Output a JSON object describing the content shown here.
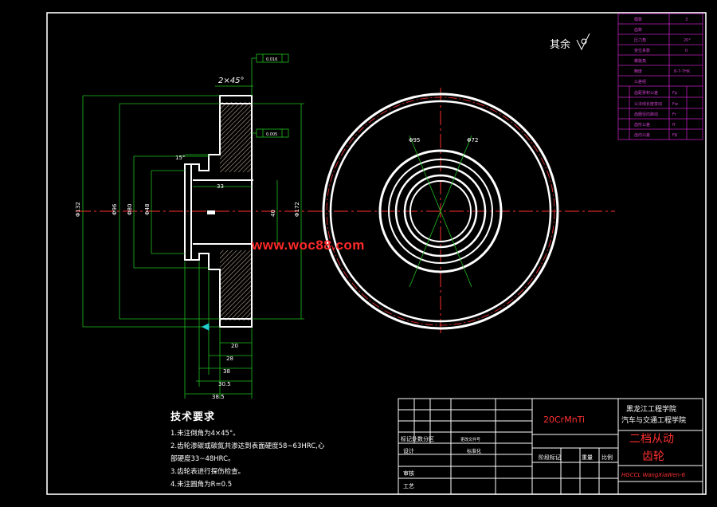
{
  "watermark": "www.woc88.com",
  "surface_note": "其余",
  "dims": {
    "chamfer": "2×45°",
    "d132": "Φ132",
    "d96": "Φ96",
    "d80": "Φ80",
    "d48": "Φ48",
    "d172": "Φ172",
    "d40": "40",
    "w33": "33",
    "w20": "20",
    "w28": "28",
    "w38": "38",
    "w30_5": "30.5",
    "w38_5": "38.5",
    "a15": "15°",
    "ring_a": "Φ95",
    "ring_b": "Φ72",
    "tol1": "0.016",
    "tol2": "0.005"
  },
  "tech_requirements": {
    "title": "技术要求",
    "items": [
      "1.未注倒角为4×45°。",
      "2.齿轮渗碳或碳氮共渗达到表面硬度58~63HRC,心",
      "部硬度33~48HRC。",
      "3.齿轮表进行探伤检查。",
      "4.未注圆角为R=0.5"
    ]
  },
  "title_block": {
    "material": "20CrMnTi",
    "school_1": "黑龙江工程学院",
    "school_2": "汽车与交通工程学院",
    "part_1": "二档从动",
    "part_2": "齿轮",
    "drawing_no": "HGCCL WangXiaWen-6",
    "labels": [
      "标记处数分区",
      "更改文件号",
      "设计",
      "标准化",
      "审核",
      "工艺",
      "阶段标记",
      "重量",
      "比例"
    ]
  },
  "param_table": {
    "rows": [
      "模数",
      "齿数",
      "压力角",
      "变位系数",
      "螺旋角",
      "精度",
      "公差组",
      "齿距累积公差",
      "公法线长度变动",
      "齿圈径向跳动",
      "齿形公差",
      "齿向公差"
    ],
    "values": [
      "3",
      "",
      "20°",
      "0",
      "",
      "8-7-7HK",
      "",
      "Fp",
      "Fw",
      "Fr",
      "ff",
      "Fβ"
    ]
  }
}
